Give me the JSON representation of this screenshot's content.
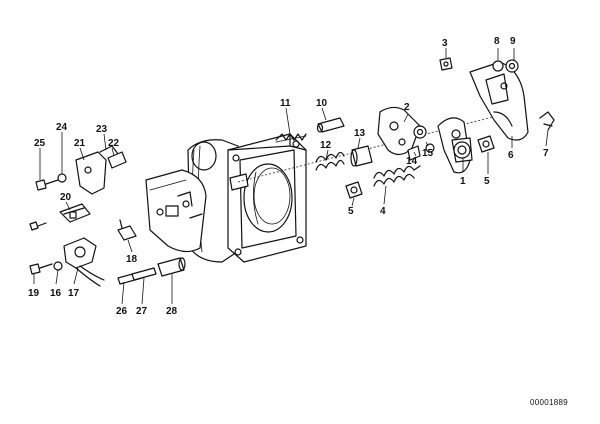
{
  "diagram": {
    "reference_code": "00001889",
    "callouts": [
      {
        "id": "c1",
        "text": "1"
      },
      {
        "id": "c2",
        "text": "2"
      },
      {
        "id": "c3",
        "text": "3"
      },
      {
        "id": "c4",
        "text": "4"
      },
      {
        "id": "c5a",
        "text": "5"
      },
      {
        "id": "c5b",
        "text": "5"
      },
      {
        "id": "c6",
        "text": "6"
      },
      {
        "id": "c7",
        "text": "7"
      },
      {
        "id": "c8",
        "text": "8"
      },
      {
        "id": "c9",
        "text": "9"
      },
      {
        "id": "c10",
        "text": "10"
      },
      {
        "id": "c11",
        "text": "11"
      },
      {
        "id": "c12",
        "text": "12"
      },
      {
        "id": "c13",
        "text": "13"
      },
      {
        "id": "c14",
        "text": "14"
      },
      {
        "id": "c15",
        "text": "15"
      },
      {
        "id": "c16",
        "text": "16"
      },
      {
        "id": "c17",
        "text": "17"
      },
      {
        "id": "c18",
        "text": "18"
      },
      {
        "id": "c19",
        "text": "19"
      },
      {
        "id": "c20",
        "text": "20"
      },
      {
        "id": "c21",
        "text": "21"
      },
      {
        "id": "c22",
        "text": "22"
      },
      {
        "id": "c23",
        "text": "23"
      },
      {
        "id": "c24",
        "text": "24"
      },
      {
        "id": "c25",
        "text": "25"
      },
      {
        "id": "c26",
        "text": "26"
      },
      {
        "id": "c27",
        "text": "27"
      },
      {
        "id": "c28",
        "text": "28"
      }
    ]
  }
}
